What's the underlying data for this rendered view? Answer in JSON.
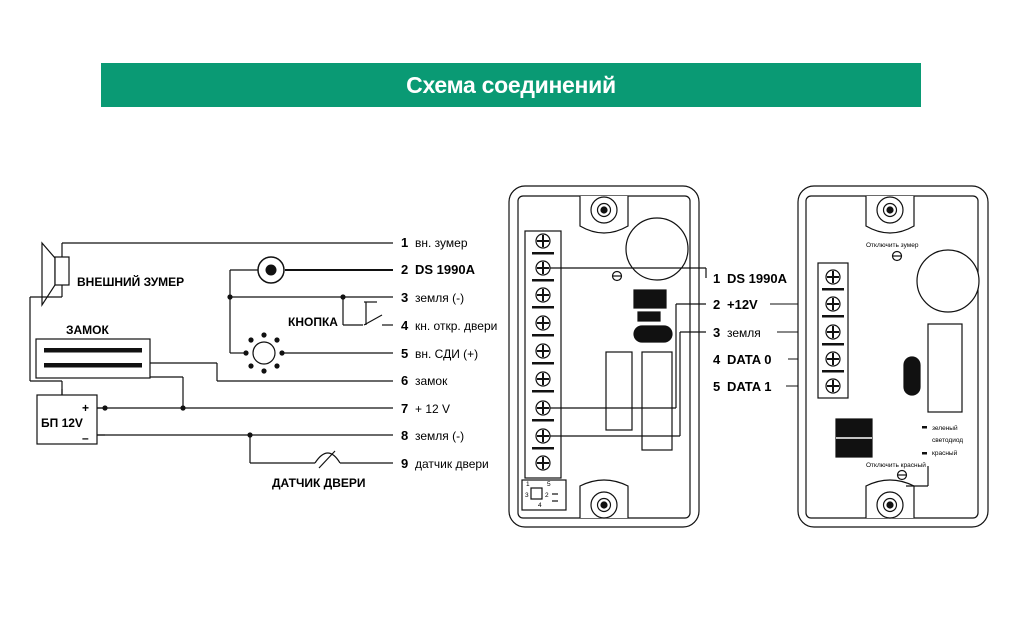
{
  "header": {
    "title": "Схема соединений"
  },
  "wiring": {
    "terminals": [
      {
        "num": "1",
        "label": "вн. зумер"
      },
      {
        "num": "2",
        "label": "DS 1990A"
      },
      {
        "num": "3",
        "label": "земля (-)"
      },
      {
        "num": "4",
        "label": "кн. откр. двери"
      },
      {
        "num": "5",
        "label": "вн. СДИ (+)"
      },
      {
        "num": "6",
        "label": "замок"
      },
      {
        "num": "7",
        "label": "+ 12 V"
      },
      {
        "num": "8",
        "label": "земля (-)"
      },
      {
        "num": "9",
        "label": "датчик двери"
      }
    ],
    "components": {
      "buzzer": "ВНЕШНИЙ ЗУМЕР",
      "lock": "ЗАМОК",
      "button": "КНОПКА",
      "psu": "БП 12V",
      "psu_plus": "+",
      "psu_minus": "–",
      "door_sensor": "ДАТЧИК ДВЕРИ"
    }
  },
  "board": {
    "connector_labels": [
      {
        "num": "1",
        "label": "DS 1990A"
      },
      {
        "num": "2",
        "label": "+12V"
      },
      {
        "num": "3",
        "label": "земля"
      },
      {
        "num": "4",
        "label": "DATA 0"
      },
      {
        "num": "5",
        "label": "DATA 1"
      }
    ],
    "jumper_labels": [
      "1",
      "5",
      "3",
      "2",
      "4"
    ],
    "back_labels": {
      "disable_buzzer": "Отключить зумер",
      "green": "зеленый",
      "led": "светодиод",
      "red": "красный",
      "disable_red": "Отключить красный"
    }
  },
  "colors": {
    "banner": "#0a9a74",
    "ink": "#111111"
  }
}
